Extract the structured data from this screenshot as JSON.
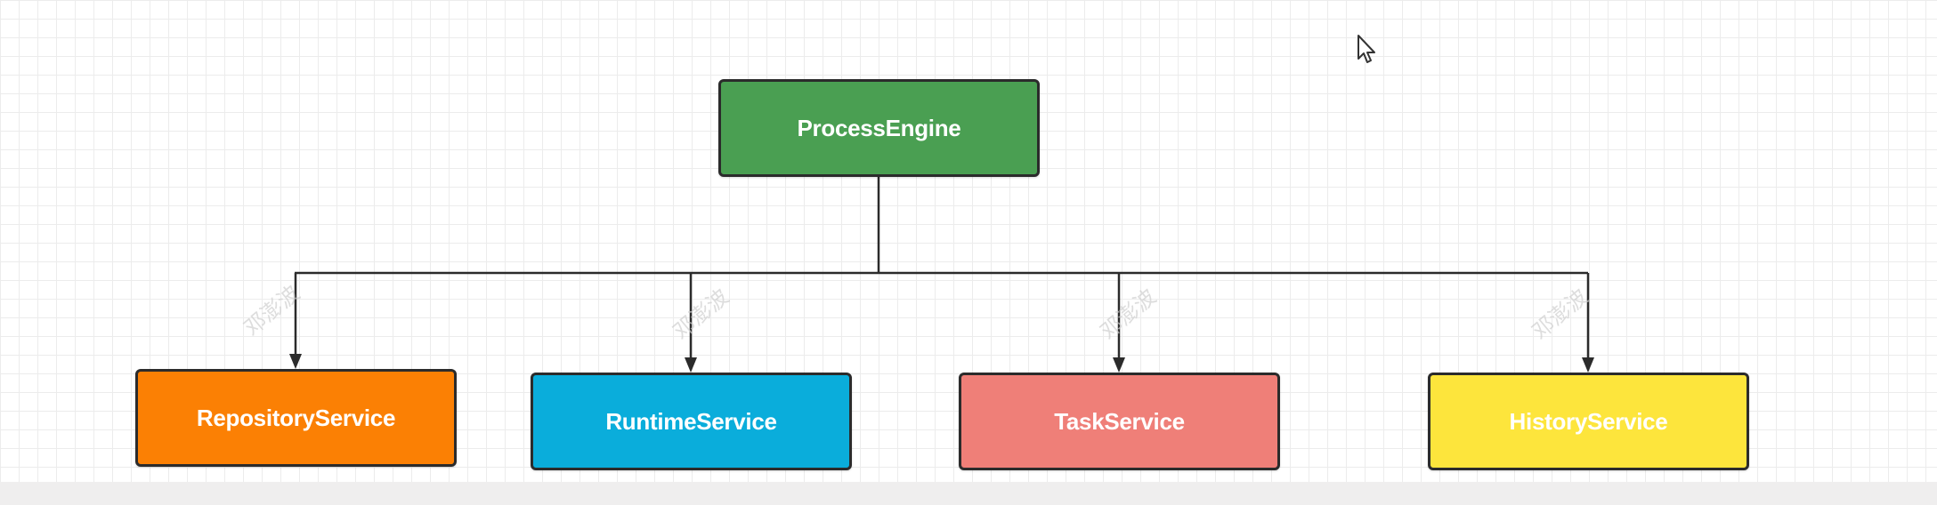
{
  "diagram": {
    "root": {
      "label": "ProcessEngine",
      "color": "#4a9f52"
    },
    "children": [
      {
        "label": "RepositoryService",
        "color": "#fb8004"
      },
      {
        "label": "RuntimeService",
        "color": "#0aaddb"
      },
      {
        "label": "TaskService",
        "color": "#ef7f78"
      },
      {
        "label": "HistoryService",
        "color": "#fde53c"
      }
    ],
    "watermark": "邓澎波",
    "edge_color": "#2b2b2b"
  },
  "canvas": {
    "background": "grid"
  }
}
